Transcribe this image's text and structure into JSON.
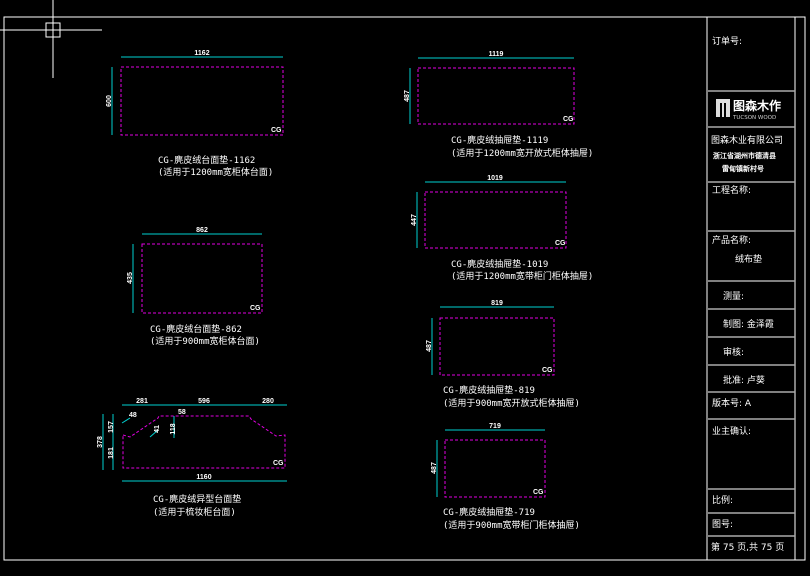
{
  "drawings": [
    {
      "dim_w": "1162",
      "dim_h": "600",
      "tag": "CG",
      "title": "CG-麂皮绒台面垫-1162",
      "note": "(适用于1200mm宽柜体台面)"
    },
    {
      "dim_w": "1119",
      "dim_h": "487",
      "tag": "CG",
      "title": "CG-麂皮绒抽屉垫-1119",
      "note": "(适用于1200mm宽开放式柜体抽屉)"
    },
    {
      "dim_w": "1019",
      "dim_h": "447",
      "tag": "CG",
      "title": "CG-麂皮绒抽屉垫-1019",
      "note": "(适用于1200mm宽带柜门柜体抽屉)"
    },
    {
      "dim_w": "862",
      "dim_h": "435",
      "tag": "CG",
      "title": "CG-麂皮绒台面垫-862",
      "note": "(适用于900mm宽柜体台面)"
    },
    {
      "dim_w": "819",
      "dim_h": "487",
      "tag": "CG",
      "title": "CG-麂皮绒抽屉垫-819",
      "note": "(适用于900mm宽开放式柜体抽屉)"
    },
    {
      "dim_w": "719",
      "dim_h": "487",
      "tag": "CG",
      "title": "CG-麂皮绒抽屉垫-719",
      "note": "(适用于900mm宽带柜门柜体抽屉)"
    }
  ],
  "irregular": {
    "dims": [
      "281",
      "596",
      "280",
      "1160",
      "378",
      "157",
      "181",
      "48",
      "58",
      "118",
      "41"
    ],
    "tag": "CG",
    "title": "CG-麂皮绒异型台面垫",
    "note": "(适用于梳妆柜台面)"
  },
  "title_block": {
    "order_no": "订单号:",
    "logo_cn": "图森木作",
    "logo_en": "TUCSON WOOD",
    "company": "图森木业有限公司",
    "address1": "浙江省湖州市德清县",
    "address2": "雷甸镇新村号",
    "project": "工程名称:",
    "product_label": "产品名称:",
    "product": "绒布垫",
    "measure": "测量:",
    "drawn": "制图: 金泽霞",
    "review": "审核:",
    "approve": "批准: 卢葵",
    "version": "版本号:   A",
    "owner": "业主确认:",
    "scale": "比例:",
    "drawing_no": "图号:",
    "page": "第 75 页,共 75 页"
  }
}
